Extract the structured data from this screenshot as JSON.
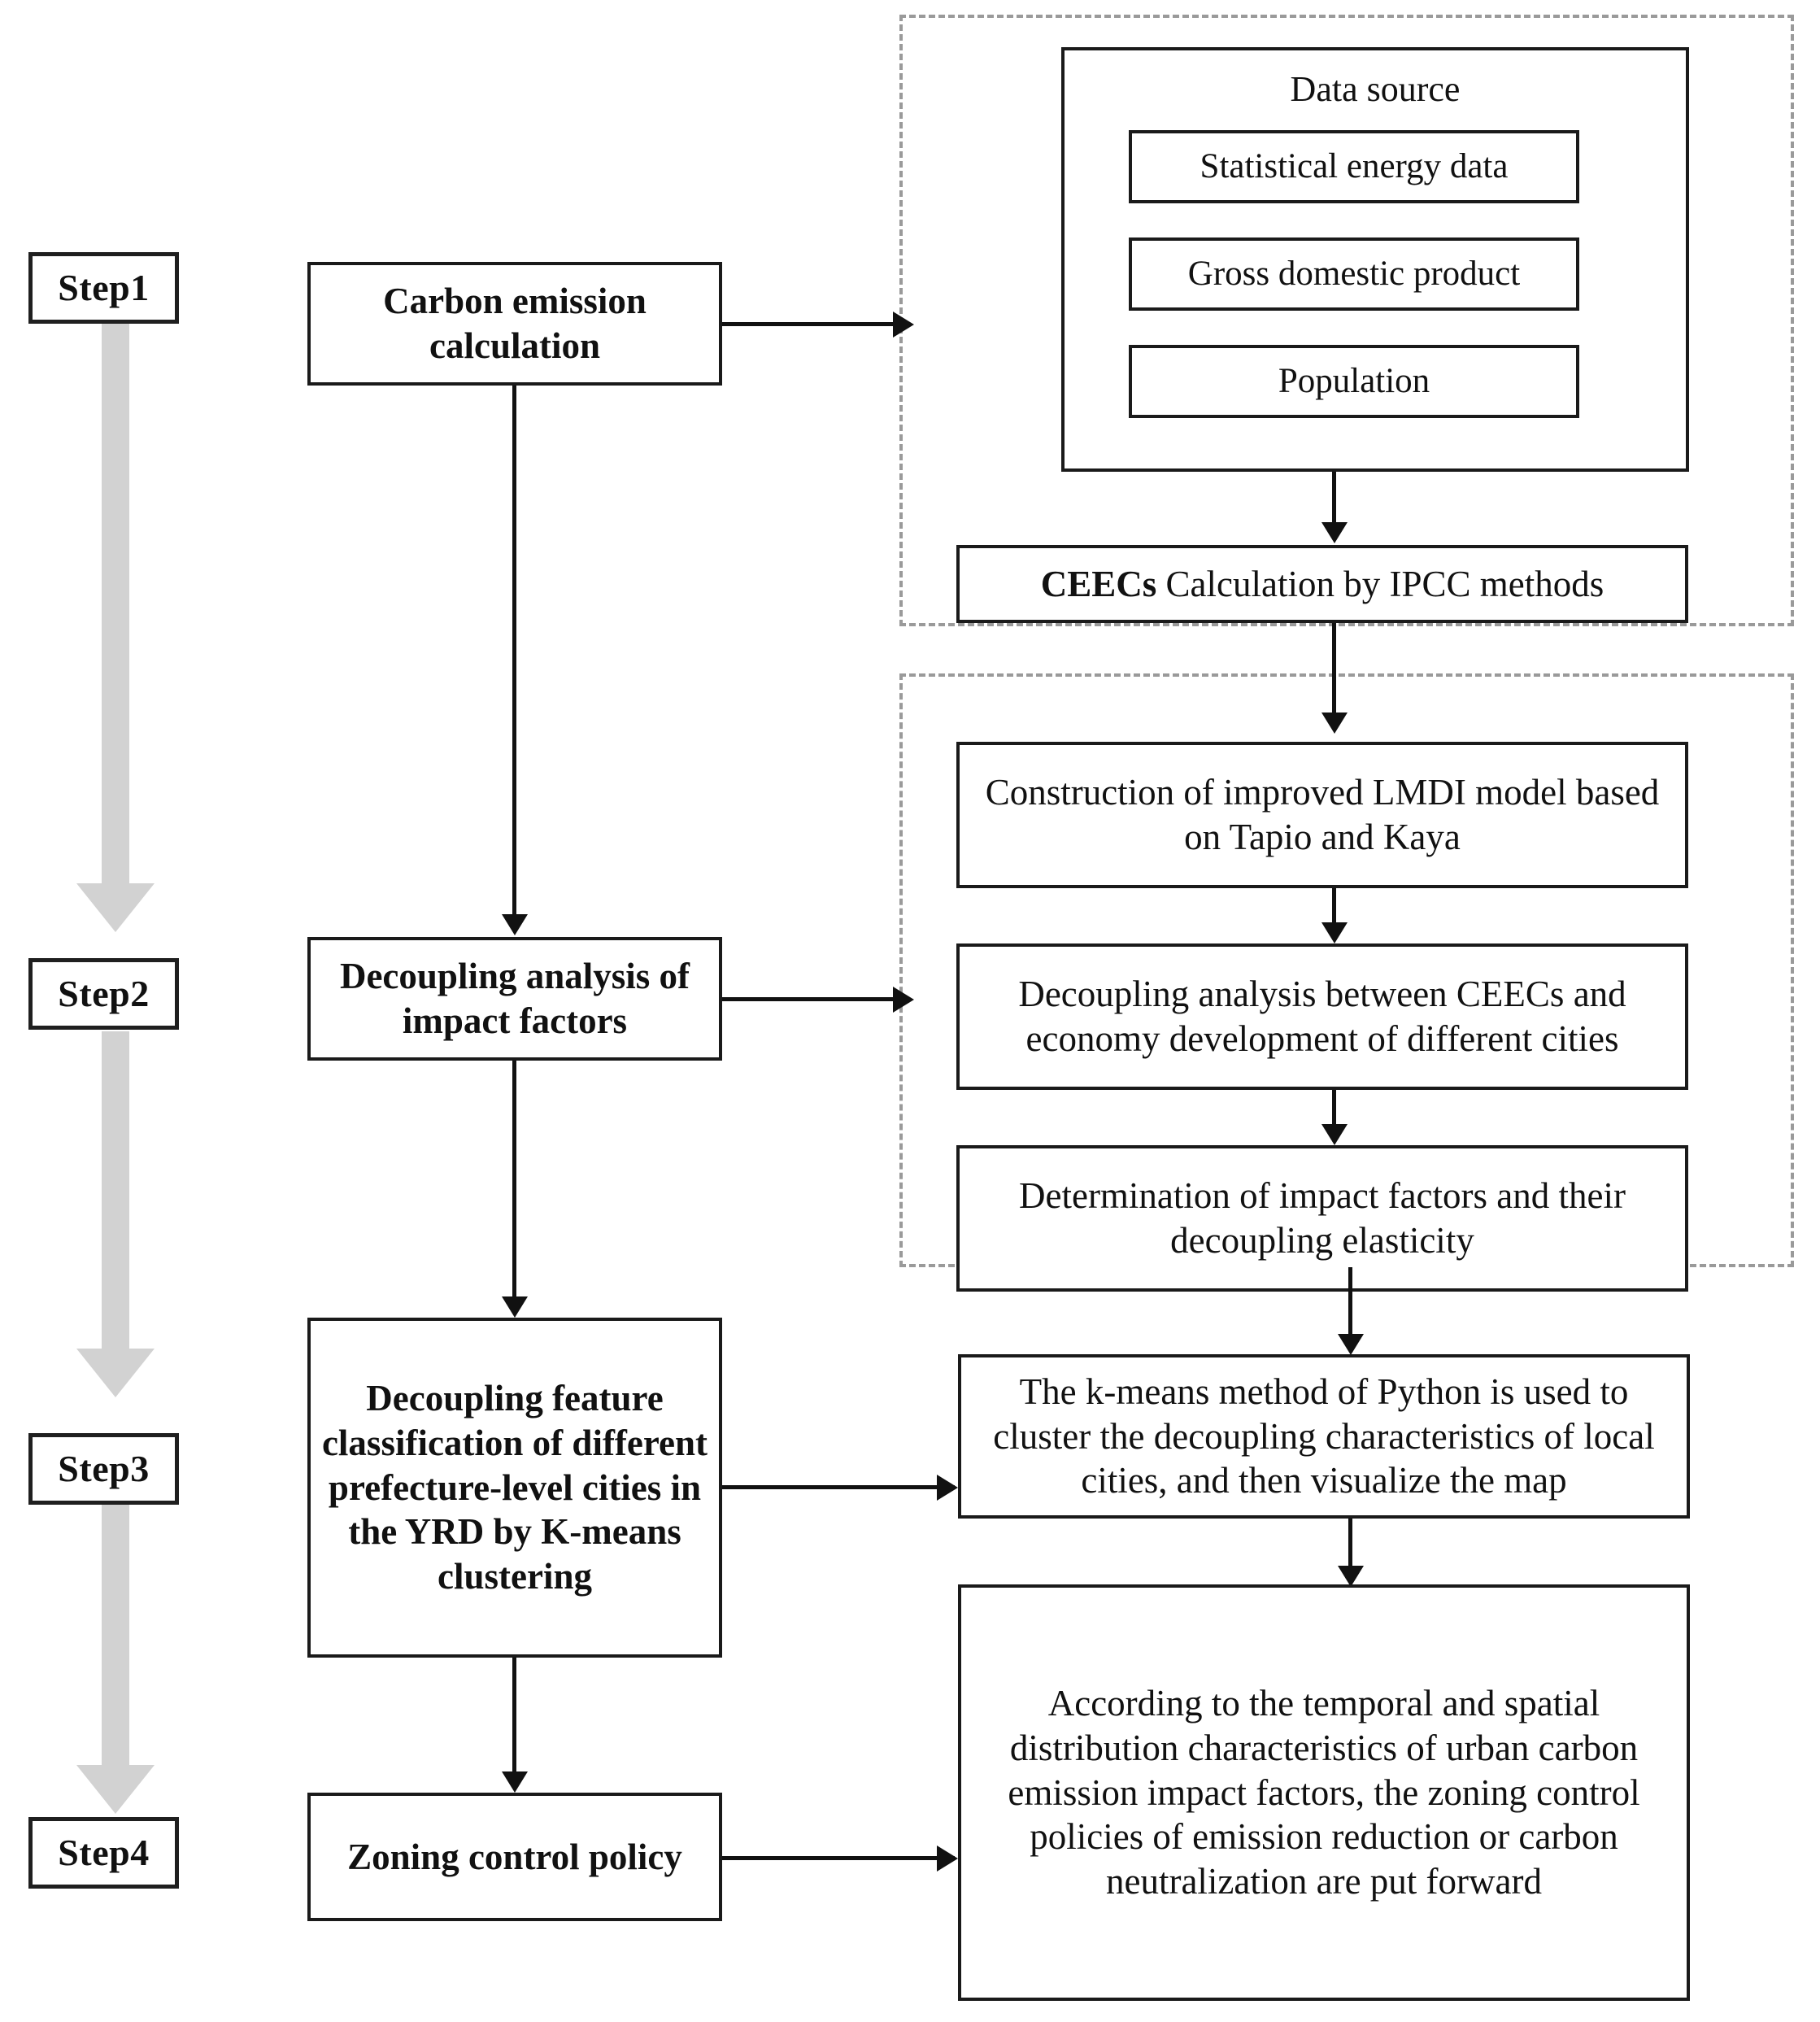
{
  "figure": {
    "type": "research-methodology-flowchart",
    "colors": {
      "line": "#111111",
      "dashed_group": "#9a9a9a",
      "grey_arrow": "#d2d2d2",
      "box_border": "#1a1a1a",
      "background": "#ffffff"
    }
  },
  "steps": [
    {
      "label": "Step1"
    },
    {
      "label": "Step2"
    },
    {
      "label": "Step3"
    },
    {
      "label": "Step4"
    }
  ],
  "main_stages": [
    {
      "label": "Carbon emission calculation"
    },
    {
      "label": "Decoupling analysis of impact factors"
    },
    {
      "label": "Decoupling feature classification of different prefecture-level cities in the YRD by K-means clustering"
    },
    {
      "label": "Zoning control policy"
    }
  ],
  "group_one": {
    "data_source": {
      "title": "Data source",
      "items": [
        {
          "label": "Statistical energy data"
        },
        {
          "label": "Gross domestic product"
        },
        {
          "label": "Population"
        }
      ]
    },
    "ceecs": {
      "bold_prefix": "CEECs",
      "rest": " Calculation by IPCC methods",
      "full": "CEECs  Calculation by IPCC methods"
    }
  },
  "group_two": {
    "boxes": [
      {
        "label": "Construction of improved LMDI model based on Tapio and Kaya"
      },
      {
        "label": "Decoupling analysis between CEECs and economy development of different cities"
      },
      {
        "label": "Determination of impact factors and their decoupling elasticity"
      }
    ]
  },
  "outcomes": [
    {
      "label": "The k-means method of Python is used to cluster the decoupling characteristics of local cities, and then visualize the map"
    },
    {
      "label": "According to the temporal and spatial distribution characteristics of urban carbon emission impact factors, the zoning control policies of emission reduction or carbon neutralization are put forward"
    }
  ]
}
